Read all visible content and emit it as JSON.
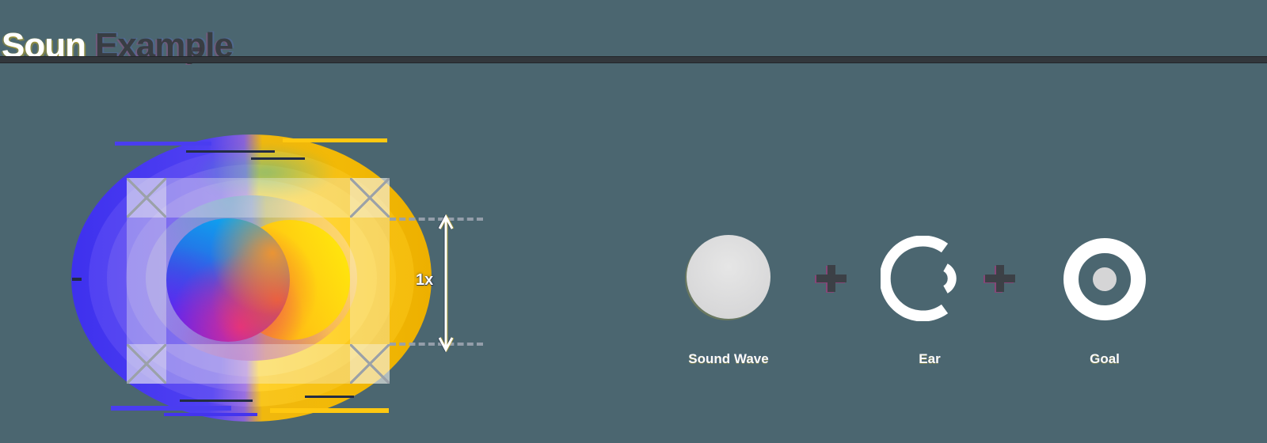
{
  "header": {
    "title_primary": "Soun",
    "title_secondary": "Example"
  },
  "artwork": {
    "scale_label": "1x"
  },
  "equation": {
    "plus": "+",
    "items": [
      {
        "label": "Sound Wave"
      },
      {
        "label": "Ear"
      },
      {
        "label": "Goal"
      }
    ]
  },
  "palette": {
    "background": "#4B6670",
    "divider": "#32373C",
    "title_primary_color": "#FFFFFF",
    "title_secondary_color": "#383D43",
    "ring_blue": "#4A3CF2",
    "ring_yellow": "#F5BD0D",
    "circle_cyan": "#0AA8F0",
    "circle_violet": "#5633E8",
    "circle_magenta": "#E8288C",
    "circle_yellow": "#FFC912",
    "circle_orange": "#FF9D17",
    "icon_gray": "#D7D7D8",
    "plus_dark": "#3C4046",
    "icon_white": "#FFFFFF"
  }
}
